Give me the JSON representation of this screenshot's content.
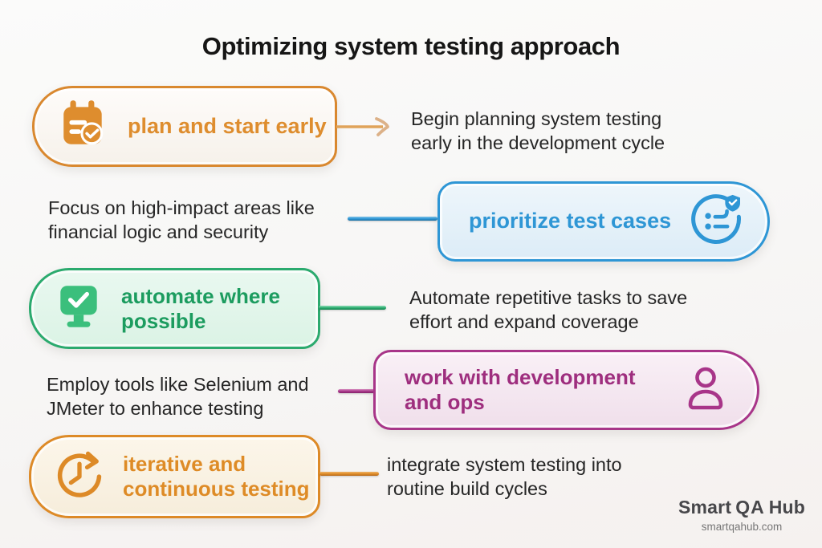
{
  "title": "Optimizing system testing approach",
  "steps": [
    {
      "label": "plan and start early",
      "description": "Begin planning system testing early in the development cycle",
      "icon": "calendar-check-icon",
      "accent_color": "#DE8D2E",
      "box_side": "left",
      "connector": "arrow-right"
    },
    {
      "label": "prioritize test cases",
      "description": "Focus on high-impact areas like financial logic and security",
      "icon": "checklist-circle-icon",
      "accent_color": "#2E96D5",
      "box_side": "right",
      "connector": "line"
    },
    {
      "label": "automate where possible",
      "description": "Automate repetitive tasks to save effort and expand coverage",
      "icon": "monitor-check-icon",
      "accent_color": "#2BAA6E",
      "box_side": "left",
      "connector": "line"
    },
    {
      "label": "work with development and ops",
      "description": "Employ tools like Selenium and JMeter to enhance testing",
      "icon": "person-icon",
      "accent_color": "#A83589",
      "box_side": "right",
      "connector": "line"
    },
    {
      "label": "iterative and continuous testing",
      "description": "integrate system testing into routine build cycles",
      "icon": "clock-history-icon",
      "accent_color": "#DD8A27",
      "box_side": "left",
      "connector": "line"
    }
  ],
  "footer": {
    "brand_prefix": "Smart",
    "brand_monogram": "QA",
    "brand_suffix": "Hub",
    "url": "smartqahub.com"
  }
}
